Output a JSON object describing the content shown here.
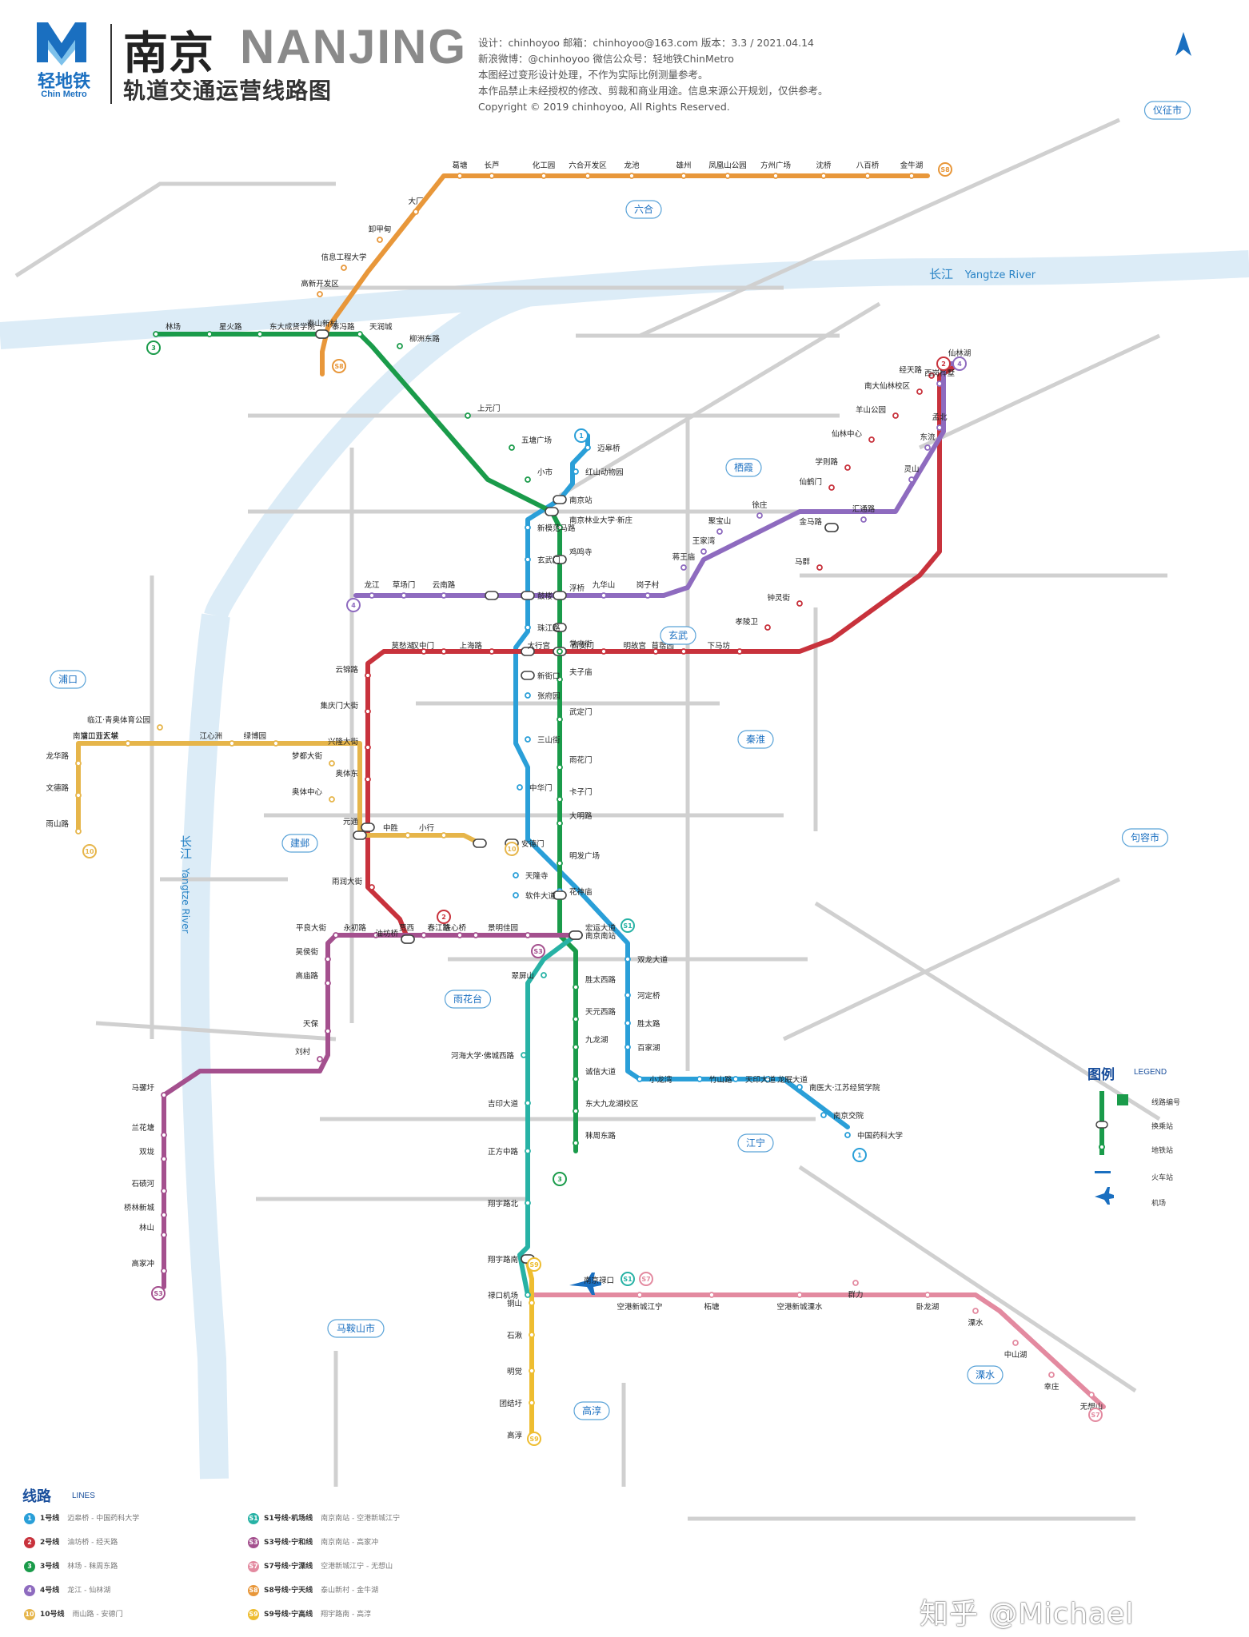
{
  "header": {
    "logo_cn": "轻地铁",
    "logo_en": "Chin Metro",
    "title_cn": "南京",
    "title_en": "NANJING",
    "subtitle": "轨道交通运营线路图",
    "credits": [
      "设计：chinhoyoo    邮箱：chinhoyoo@163.com    版本：3.3 / 2021.04.14",
      "新浪微博：@chinhoyoo        微信公众号：轻地铁ChinMetro",
      "本图经过变形设计处理，不作为实际比例测量参考。",
      "本作品禁止未经授权的修改、剪裁和商业用途。信息来源公开规划，仅供参考。",
      "Copyright © 2019 chinhoyoo, All Rights Reserved."
    ]
  },
  "rivers": {
    "changjiang_cn": "长江",
    "changjiang_en": "Yangtze River",
    "changjiang_vertical_cn": "长江",
    "changjiang_vertical_en": "Yangtze River"
  },
  "districts": [
    "六合",
    "栖霞",
    "玄武",
    "秦淮",
    "浦口",
    "建邺",
    "雨花台",
    "江宁",
    "高淳",
    "溧水",
    "仪征市",
    "句容市",
    "马鞍山市"
  ],
  "colors": {
    "line1": "#2a9fd8",
    "line2": "#c8323c",
    "line3": "#1a9b4a",
    "line4": "#8e6bbf",
    "line10": "#e6b54a",
    "lineS1": "#27b2a5",
    "lineS3": "#a4508e",
    "lineS7": "#e38aa0",
    "lineS8": "#e8973a",
    "lineS9": "#eebd30",
    "planned": "#cccccc",
    "river": "#bfdcef"
  },
  "stations": {
    "l1": [
      "迈皋桥",
      "红山动物园",
      "南京站",
      "新模范马路",
      "玄武门",
      "鼓楼",
      "珠江路",
      "新街口",
      "张府园",
      "三山街",
      "中华门",
      "安德门",
      "天隆寺",
      "软件大道",
      "花神庙",
      "南京南站",
      "双龙大道",
      "河定桥",
      "胜太路",
      "百家湖",
      "小龙湾",
      "竹山路",
      "天印大道",
      "龙眠大道",
      "南医大·江苏经贸学院",
      "南京交院",
      "中国药科大学"
    ],
    "l2": [
      "油坊桥",
      "雨润大街",
      "元通",
      "奥体东",
      "兴隆大街",
      "集庆门大街",
      "云锦路",
      "莫愁湖",
      "汉中门",
      "上海路",
      "新街口",
      "大行宫",
      "西安门",
      "明故宫",
      "苜蓿园",
      "下马坊",
      "孝陵卫",
      "钟灵街",
      "马群",
      "金马路",
      "仙鹤门",
      "学则路",
      "仙林中心",
      "羊山公园",
      "南大仙林校区",
      "经天路"
    ],
    "l3": [
      "林场",
      "星火路",
      "东大成贤学院",
      "泰冯路",
      "天润城",
      "柳洲东路",
      "上元门",
      "五塘广场",
      "小市",
      "南京站",
      "南京林业大学·新庄",
      "鸡鸣寺",
      "浮桥",
      "大行宫",
      "常府街",
      "夫子庙",
      "武定门",
      "雨花门",
      "卡子门",
      "大明路",
      "明发广场",
      "南京南站",
      "宏运大道",
      "胜太西路",
      "天元西路",
      "九龙湖",
      "诚信大道",
      "东大九龙湖校区",
      "秣周东路"
    ],
    "l4": [
      "龙江",
      "草场门",
      "云南路",
      "鼓楼",
      "鸡鸣寺",
      "九华山",
      "岗子村",
      "蒋王庙",
      "王家湾",
      "聚宝山",
      "徐庄",
      "金马路",
      "汇通路",
      "灵山",
      "东流",
      "孟北",
      "西岗桦墅",
      "仙林湖"
    ],
    "l10": [
      "雨山路",
      "文德路",
      "龙华路",
      "南京工业大学",
      "浦口万汇城",
      "临江·青奥体育公园",
      "江心洲",
      "绿博园",
      "梦都大街",
      "奥体中心",
      "元通",
      "中胜",
      "小行",
      "安德门"
    ],
    "s1": [
      "南京南站",
      "翠屏山",
      "河海大学·佛城西路",
      "吉印大道",
      "正方中路",
      "翔宇路北",
      "翔宇路南",
      "禄口机场"
    ],
    "s3": [
      "南京南站",
      "景明佳园",
      "铁心桥",
      "春江路",
      "贾西",
      "油坊桥",
      "永初路",
      "平良大街",
      "吴侯街",
      "高庙路",
      "天保",
      "刘村",
      "马骡圩",
      "兰花塘",
      "双垅",
      "石碛河",
      "桥林新城",
      "林山",
      "高家冲"
    ],
    "s7": [
      "空港新城江宁",
      "柘塘",
      "空港新城溧水",
      "群力",
      "卧龙湖",
      "溧水",
      "中山湖",
      "幸庄",
      "无想山"
    ],
    "s8": [
      "泰山新村",
      "泰冯路",
      "高新开发区",
      "信息工程大学",
      "卸甲甸",
      "大厂",
      "葛塘",
      "长芦",
      "化工园",
      "六合开发区",
      "龙池",
      "雄州",
      "凤凰山公园",
      "方州广场",
      "沈桥",
      "八百桥",
      "金牛湖"
    ],
    "s9": [
      "翔宇路南",
      "铜山",
      "石湫",
      "明觉",
      "团结圩",
      "高淳"
    ]
  },
  "badges": {
    "l1": "1",
    "l2": "2",
    "l3": "3",
    "l4": "4",
    "l10": "10",
    "s1": "S1",
    "s3": "S3",
    "s7": "S7",
    "s8": "S8",
    "s9": "S9"
  },
  "airport_label": "南京禄口",
  "legend": {
    "title": "图例",
    "title_en": "LEGEND",
    "items": [
      "线路编号",
      "换乘站",
      "地铁站",
      "火车站",
      "机场"
    ]
  },
  "lines_legend": {
    "title": "线路",
    "title_en": "LINES",
    "rows": [
      {
        "badge": "1",
        "label": "1号线",
        "desc": "迈皋桥 - 中国药科大学"
      },
      {
        "badge": "2",
        "label": "2号线",
        "desc": "油坊桥 - 经天路"
      },
      {
        "badge": "3",
        "label": "3号线",
        "desc": "林场 - 秣周东路"
      },
      {
        "badge": "4",
        "label": "4号线",
        "desc": "龙江 - 仙林湖"
      },
      {
        "badge": "10",
        "label": "10号线",
        "desc": "雨山路 - 安德门"
      },
      {
        "badge": "S1",
        "label": "S1号线·机场线",
        "desc": "南京南站 - 空港新城江宁"
      },
      {
        "badge": "S3",
        "label": "S3号线·宁和线",
        "desc": "南京南站 - 高家冲"
      },
      {
        "badge": "S7",
        "label": "S7号线·宁溧线",
        "desc": "空港新城江宁 - 无想山"
      },
      {
        "badge": "S8",
        "label": "S8号线·宁天线",
        "desc": "泰山新村 - 金牛湖"
      },
      {
        "badge": "S9",
        "label": "S9号线·宁高线",
        "desc": "翔宇路南 - 高淳"
      }
    ]
  },
  "watermark": "知乎 @Michael"
}
